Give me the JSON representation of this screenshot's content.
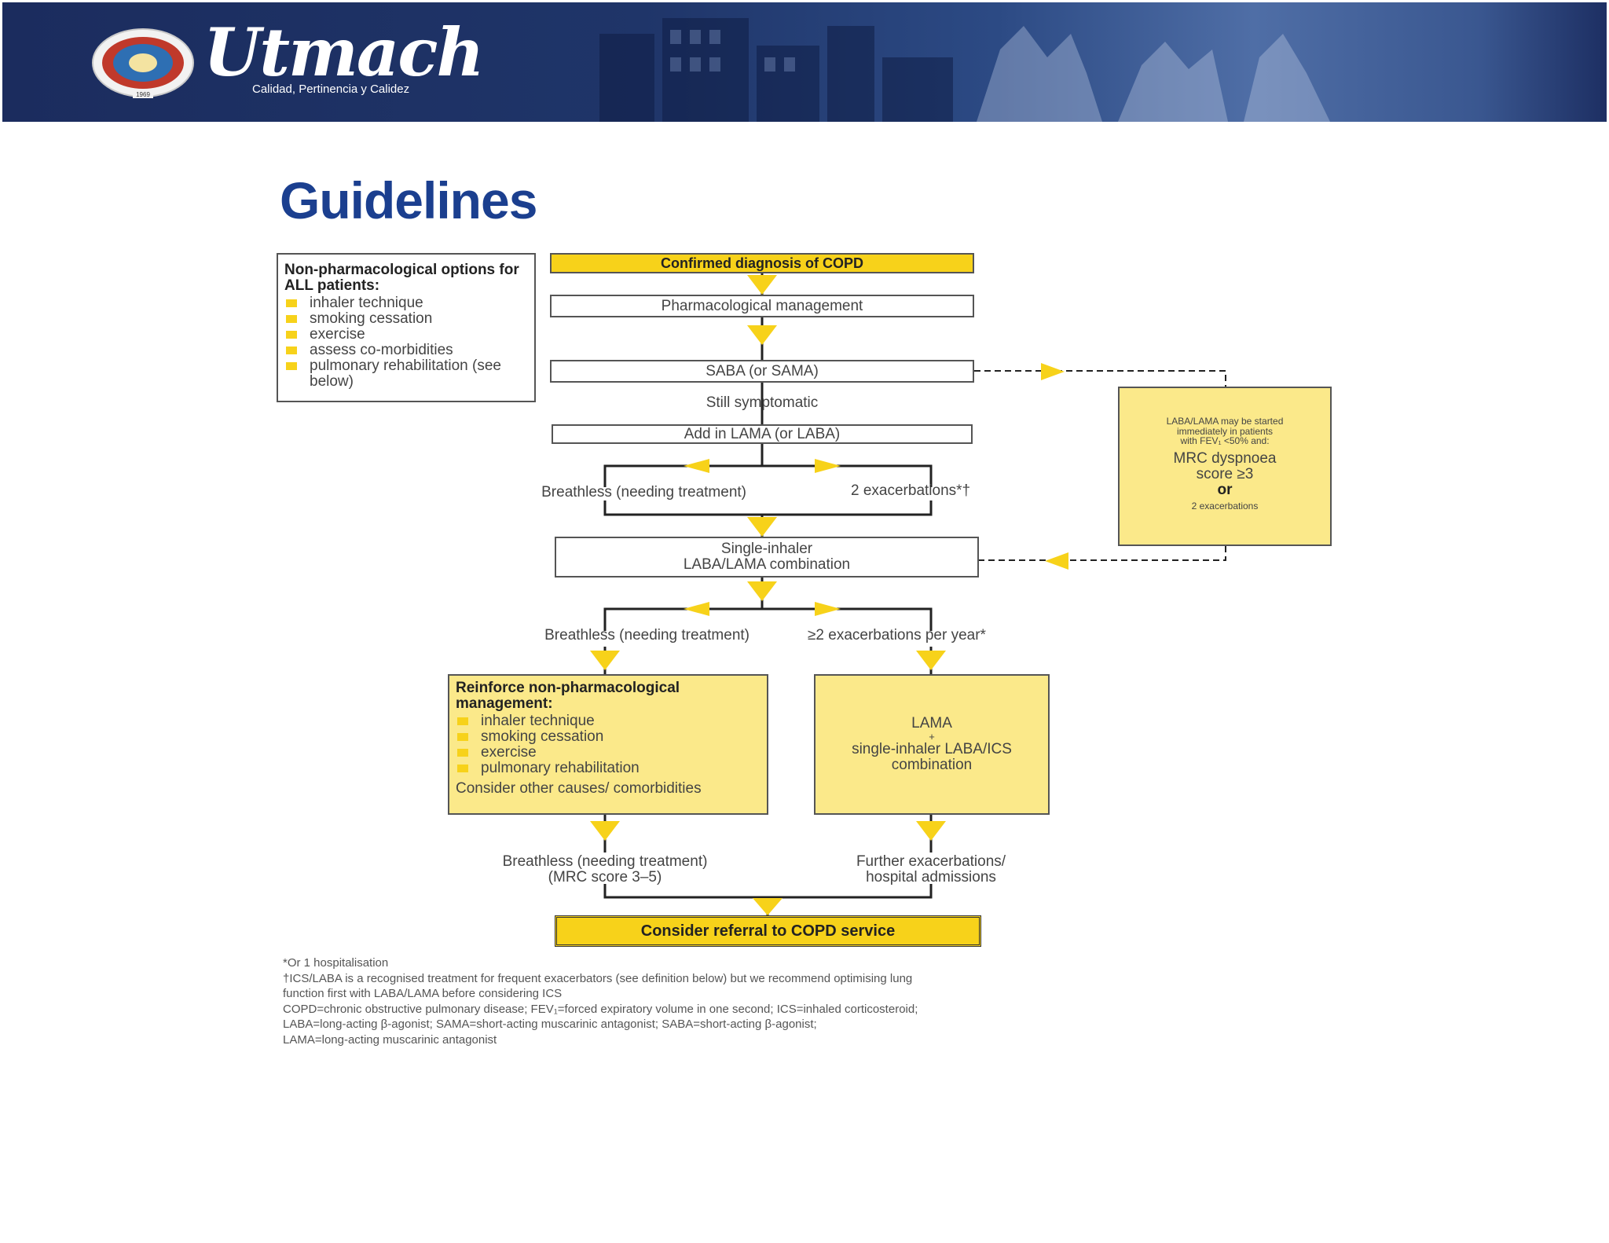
{
  "header": {
    "brand": "Utmach",
    "tagline": "Calidad, Pertinencia y Calidez",
    "seal_year": "1969"
  },
  "title": "Guidelines",
  "colors": {
    "accent_yellow": "#f7d21a",
    "panel_yellow": "#fbe98a",
    "brand_navy": "#1b2c5e",
    "title_blue": "#1b3f8f"
  },
  "non_pharm": {
    "heading": "Non-pharmacological options for ALL patients:",
    "items": [
      "inhaler technique",
      "smoking cessation",
      "exercise",
      "assess co-morbidities",
      "pulmonary rehabilitation (see below)"
    ]
  },
  "flow": {
    "confirmed": "Confirmed diagnosis of COPD",
    "pharm": "Pharmacological management",
    "saba": "SABA (or SAMA)",
    "still": "Still symptomatic",
    "add_lama": "Add in LAMA (or LABA)",
    "breathless_1": "Breathless (needing treatment)",
    "exac_1": "2 exacerbations*†",
    "single_inhaler_l1": "Single-inhaler",
    "single_inhaler_l2": "LABA/LAMA combination",
    "breathless_2": "Breathless (needing treatment)",
    "exac_2": "≥2 exacerbations per year*",
    "reinforce": {
      "heading": "Reinforce non-pharmacological management:",
      "items": [
        "inhaler technique",
        "smoking cessation",
        "exercise",
        "pulmonary rehabilitation"
      ],
      "other": "Consider other causes/ comorbidities"
    },
    "lama_box": {
      "l1": "LAMA",
      "l2": "+",
      "l3": "single-inhaler LABA/ICS",
      "l4": "combination"
    },
    "breathless_3_l1": "Breathless (needing treatment)",
    "breathless_3_l2": "(MRC score 3–5)",
    "further_l1": "Further exacerbations/",
    "further_l2": "hospital admissions",
    "referral": "Consider referral to COPD service"
  },
  "side_note": {
    "l1": "LABA/LAMA may be started",
    "l2": "immediately in patients",
    "l3": "with FEV₁ <50% and:",
    "l4": "MRC dyspnoea",
    "l5": "score ≥3",
    "l6": "or",
    "l7": "2 exacerbations"
  },
  "footnotes": [
    "*Or 1 hospitalisation",
    "†ICS/LABA is a recognised treatment for frequent exacerbators (see definition below) but we recommend optimising lung",
    "function first with LABA/LAMA before considering ICS",
    "COPD=chronic obstructive pulmonary disease; FEV₁=forced expiratory volume in one second; ICS=inhaled corticosteroid;",
    "LABA=long-acting β-agonist; SAMA=short-acting muscarinic antagonist; SABA=short-acting β-agonist;",
    "LAMA=long-acting muscarinic antagonist"
  ]
}
